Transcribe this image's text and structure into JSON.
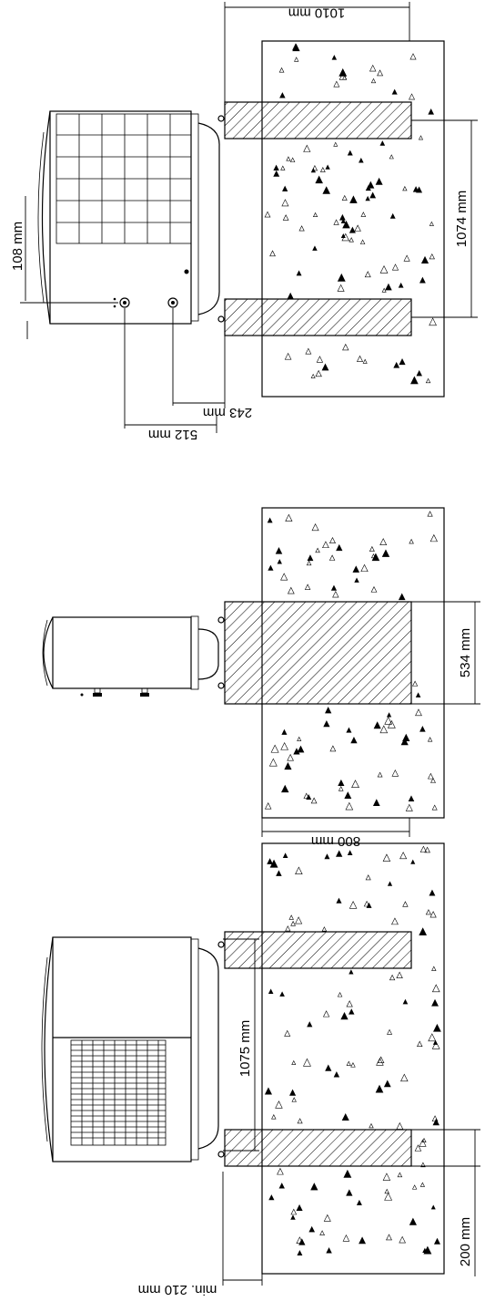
{
  "views": {
    "top": {
      "width_label": "1010 mm",
      "depth_label": "1074 mm",
      "top_offset_label": "108 mm",
      "outlet1_label": "243 mm",
      "outlet2_label": "512 mm"
    },
    "middle": {
      "block_label": "534 mm",
      "foundation_label": "800 mm"
    },
    "bottom": {
      "span_label": "1075 mm",
      "edge_label": "200 mm",
      "clearance_label": "min. 210 mm"
    }
  },
  "colors": {
    "line": "#000000",
    "background": "#ffffff"
  }
}
